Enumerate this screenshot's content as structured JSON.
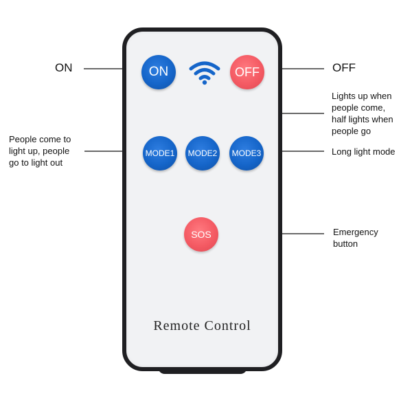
{
  "remote": {
    "brand_text": "Remote Control",
    "colors": {
      "body": "#f1f2f4",
      "frame": "#1f1f22",
      "blue_button": "#1565c9",
      "red_button": "#f45a63"
    },
    "buttons": {
      "on": "ON",
      "off": "OFF",
      "mode1": "MODE1",
      "mode2": "MODE2",
      "mode3": "MODE3",
      "sos": "SOS"
    },
    "signal_icon": "wifi-icon"
  },
  "callouts": {
    "on": "ON",
    "off": "OFF",
    "mode1": [
      "People come to",
      "light up, people",
      "go to light out"
    ],
    "mode2": [
      "Lights up when",
      "people come,",
      "half lights when",
      "people go"
    ],
    "mode3": "Long light mode",
    "sos": [
      "Emergency",
      "button"
    ]
  }
}
